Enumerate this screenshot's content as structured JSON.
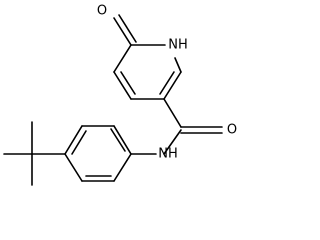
{
  "molecule": {
    "atoms": {
      "carbonyl_oxygen_ring": "O",
      "ring_nh": "NH",
      "amide_oxygen": "O",
      "amide_nh": "NH"
    }
  }
}
